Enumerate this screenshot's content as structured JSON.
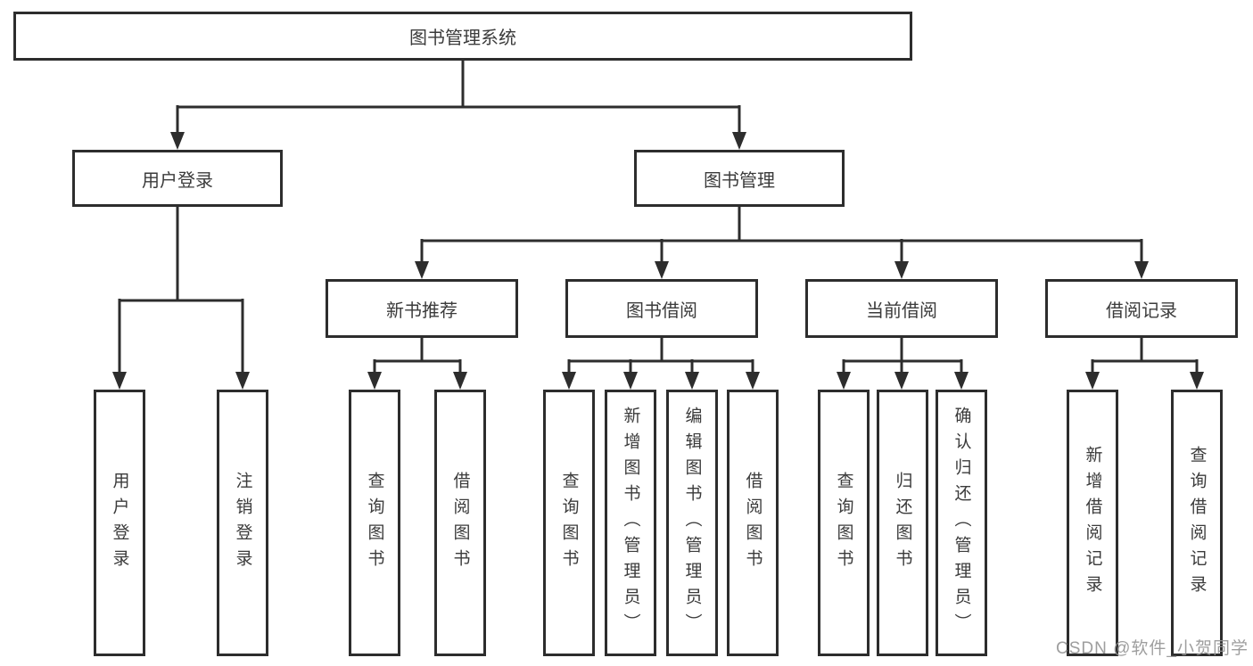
{
  "diagram": {
    "title": "图书管理系统",
    "watermark": "CSDN @软件_小贺同学"
  },
  "tree": {
    "label": "图书管理系统",
    "children": [
      {
        "label": "用户登录",
        "children": [
          {
            "label": "用户登录"
          },
          {
            "label": "注销登录"
          }
        ]
      },
      {
        "label": "图书管理",
        "children": [
          {
            "label": "新书推荐",
            "children": [
              {
                "label": "查询图书"
              },
              {
                "label": "借阅图书"
              }
            ]
          },
          {
            "label": "图书借阅",
            "children": [
              {
                "label": "查询图书"
              },
              {
                "label": "新增图书（管理员）"
              },
              {
                "label": "编辑图书（管理员）"
              },
              {
                "label": "借阅图书"
              }
            ]
          },
          {
            "label": "当前借阅",
            "children": [
              {
                "label": "查询图书"
              },
              {
                "label": "归还图书"
              },
              {
                "label": "确认归还（管理员）"
              }
            ]
          },
          {
            "label": "借阅记录",
            "children": [
              {
                "label": "新增借阅记录"
              },
              {
                "label": "查询借阅记录"
              }
            ]
          }
        ]
      }
    ]
  }
}
